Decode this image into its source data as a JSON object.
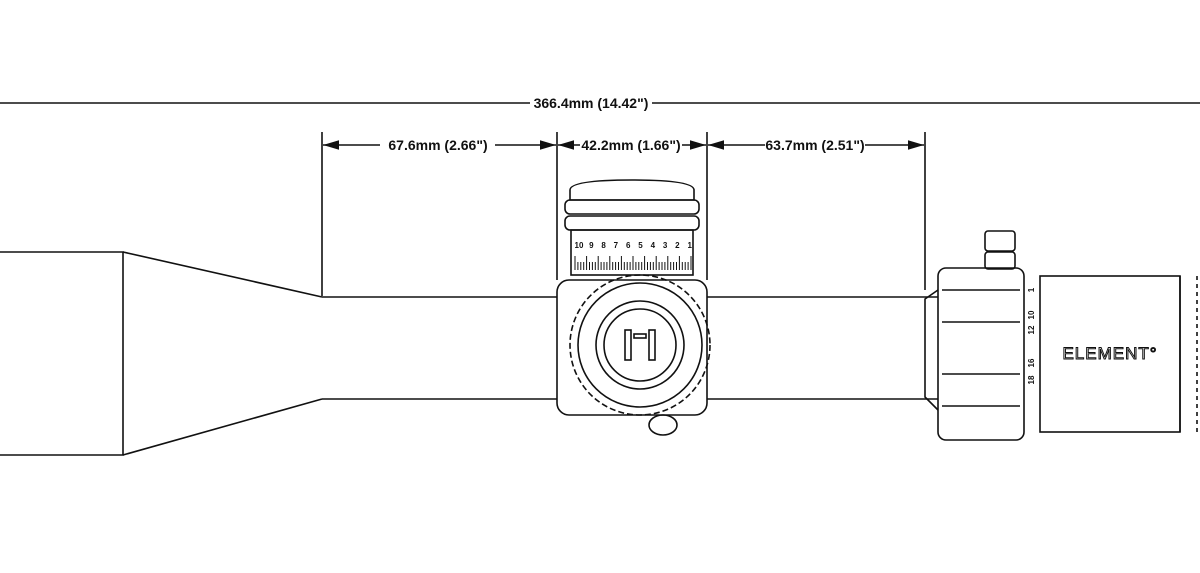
{
  "dimensions": {
    "overall": "366.4mm (14.42\")",
    "objective_to_turret": "67.6mm (2.66\")",
    "turret_width": "42.2mm (1.66\")",
    "turret_to_eyepiece": "63.7mm (2.51\")"
  },
  "turret_scale": [
    "10",
    "9",
    "8",
    "7",
    "6",
    "5",
    "4",
    "3",
    "2",
    "1"
  ],
  "magnification_marks": [
    "1",
    "10",
    "12",
    "16",
    "18"
  ],
  "brand": "ELEMENT°"
}
